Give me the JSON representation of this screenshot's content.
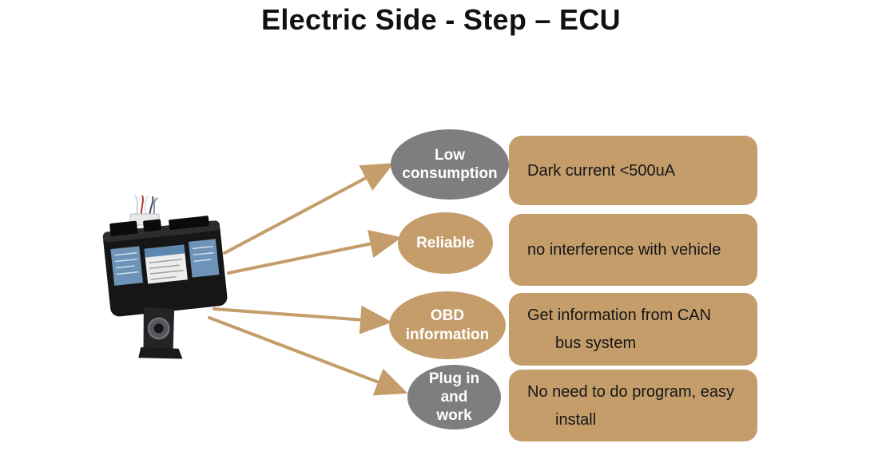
{
  "title": "Electric Side - Step – ECU",
  "colors": {
    "accent_tan": "#C49D6B",
    "badge_gray": "#7E7E7E",
    "badge_text": "#FFFFFF",
    "card_text": "#161616",
    "title_text": "#111111",
    "background": "#FFFFFF"
  },
  "device": {
    "description": "Step ECU control module with wiring harness, blue part labels and metal mounting bracket"
  },
  "rows": [
    {
      "badge": {
        "label": "Low consumption",
        "color": "gray"
      },
      "card": {
        "line1": "Dark current <500uA",
        "line2": ""
      }
    },
    {
      "badge": {
        "label": "Reliable",
        "color": "tan"
      },
      "card": {
        "line1": "no interference with vehicle",
        "line2": ""
      }
    },
    {
      "badge": {
        "label": "OBD information",
        "color": "tan"
      },
      "card": {
        "line1": "Get information from CAN",
        "line2": "bus system"
      }
    },
    {
      "badge": {
        "label": "Plug in and work",
        "color": "gray"
      },
      "card": {
        "line1": "No need to do program, easy",
        "line2": "install"
      }
    }
  ]
}
